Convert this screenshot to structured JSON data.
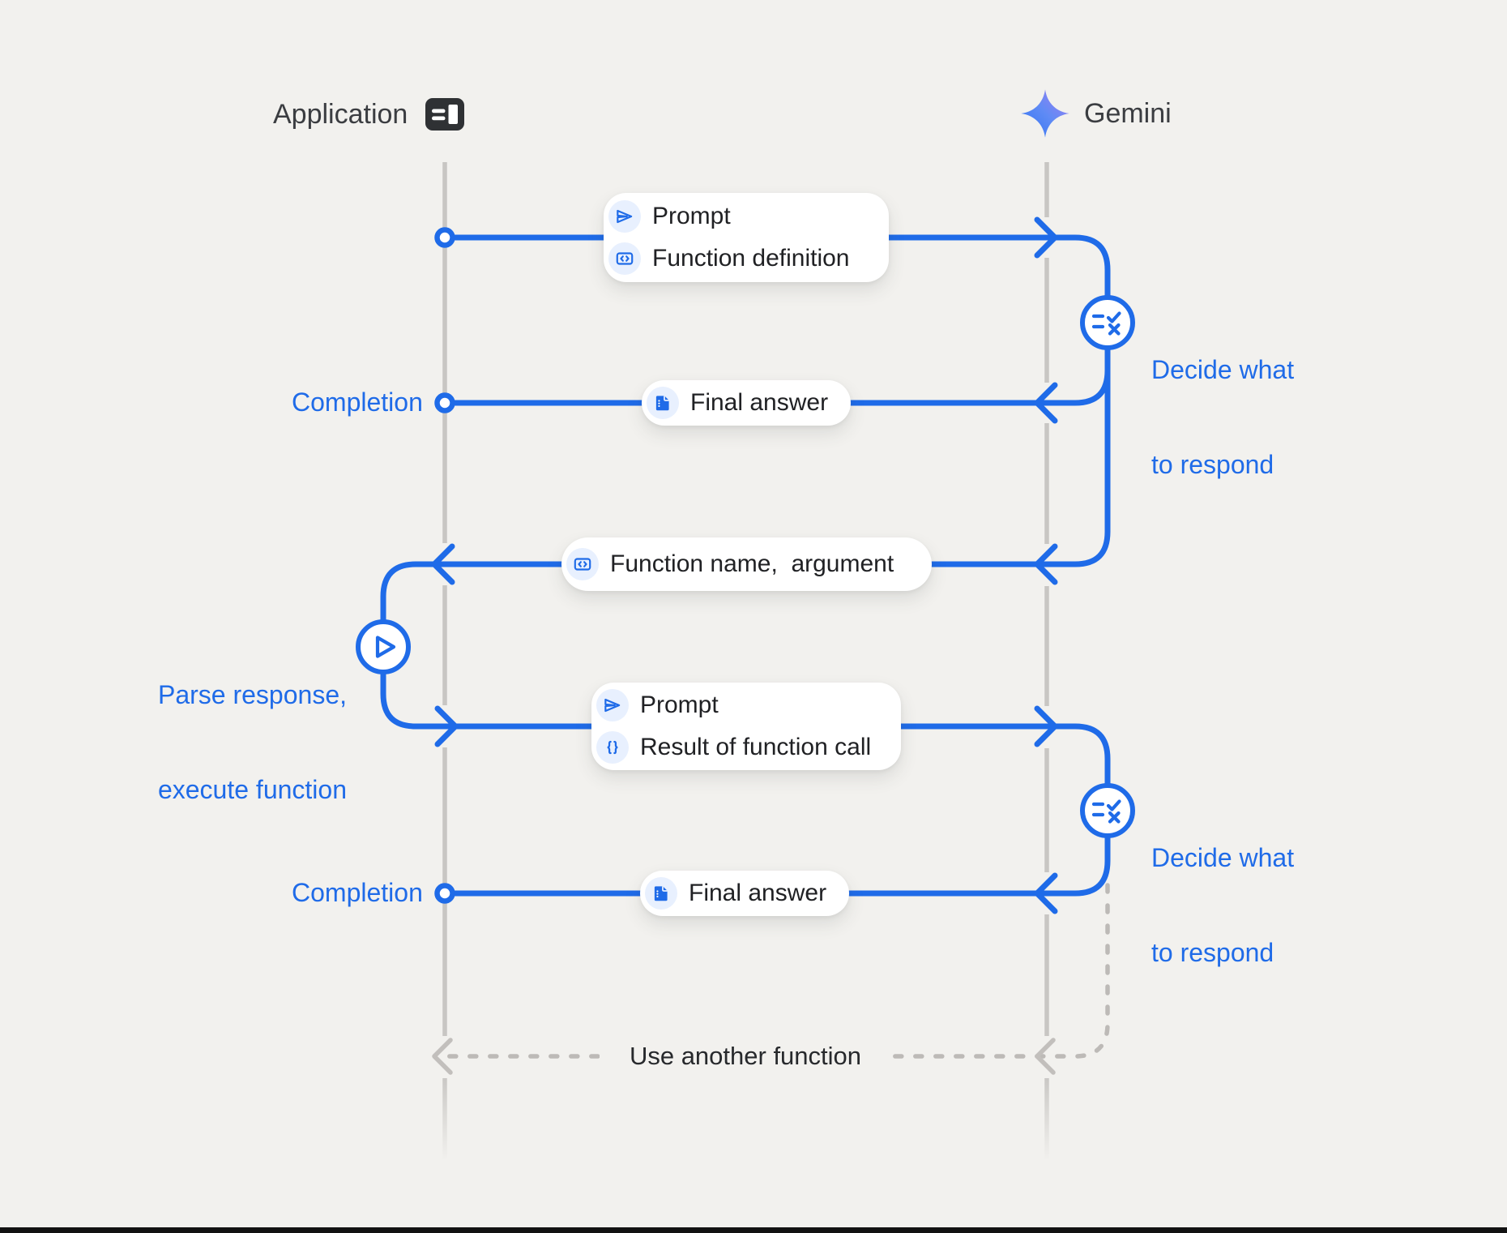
{
  "actors": {
    "application": {
      "label": "Application",
      "icon": "app-window-icon"
    },
    "gemini": {
      "label": "Gemini",
      "icon": "gemini-star-icon"
    }
  },
  "messages": [
    {
      "id": "prompt-and-function-definition",
      "rows": [
        {
          "icon": "send-icon",
          "label": "Prompt"
        },
        {
          "icon": "code-icon",
          "label": "Function definition"
        }
      ]
    },
    {
      "id": "final-answer-1",
      "rows": [
        {
          "icon": "document-icon",
          "label": "Final answer"
        }
      ]
    },
    {
      "id": "function-name-argument",
      "rows": [
        {
          "icon": "code-icon",
          "label": "Function name,  argument"
        }
      ]
    },
    {
      "id": "prompt-and-result",
      "rows": [
        {
          "icon": "send-icon",
          "label": "Prompt"
        },
        {
          "icon": "braces-icon",
          "label": "Result of function call"
        }
      ]
    },
    {
      "id": "final-answer-2",
      "rows": [
        {
          "icon": "document-icon",
          "label": "Final answer"
        }
      ]
    }
  ],
  "annotations": {
    "completion_1": "Completion",
    "completion_2": "Completion",
    "decide_1": {
      "line1": "Decide what",
      "line2": "to respond"
    },
    "decide_2": {
      "line1": "Decide what",
      "line2": "to respond"
    },
    "parse": {
      "line1": "Parse response,",
      "line2": "execute function"
    },
    "use_another_function": "Use another function"
  },
  "colors": {
    "accent_blue": "#1f6be8",
    "icon_chip_bg": "#e8f0fe",
    "lifeline_gray": "#c8c6c3",
    "dashed_gray": "#bdbab7",
    "text_dark": "#202124",
    "background": "#f2f1ee"
  }
}
